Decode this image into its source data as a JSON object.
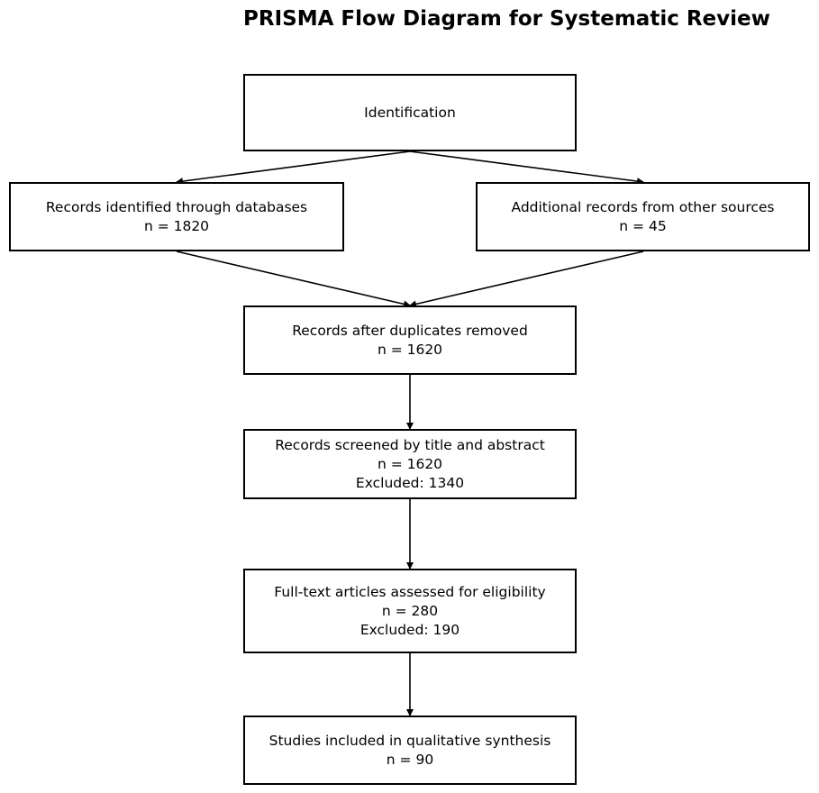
{
  "title": "PRISMA Flow Diagram for Systematic Review",
  "nodes": {
    "identification": {
      "label": "Identification"
    },
    "databases": {
      "label": "Records identified through databases",
      "count": "n = 1820"
    },
    "other_sources": {
      "label": "Additional records from other sources",
      "count": "n = 45"
    },
    "duplicates_removed": {
      "label": "Records after duplicates removed",
      "count": "n = 1620"
    },
    "screened": {
      "label": "Records screened by title and abstract",
      "count": "n = 1620",
      "excluded": "Excluded: 1340"
    },
    "full_text": {
      "label": "Full-text articles assessed for eligibility",
      "count": "n = 280",
      "excluded": "Excluded: 190"
    },
    "included": {
      "label": "Studies included in qualitative synthesis",
      "count": "n = 90"
    }
  },
  "edges": [
    {
      "from": "identification",
      "to": "databases"
    },
    {
      "from": "identification",
      "to": "other_sources"
    },
    {
      "from": "databases",
      "to": "duplicates_removed"
    },
    {
      "from": "other_sources",
      "to": "duplicates_removed"
    },
    {
      "from": "duplicates_removed",
      "to": "screened"
    },
    {
      "from": "screened",
      "to": "full_text"
    },
    {
      "from": "full_text",
      "to": "included"
    }
  ],
  "colors": {
    "stroke": "#000000",
    "fill": "#ffffff",
    "text": "#000000"
  }
}
